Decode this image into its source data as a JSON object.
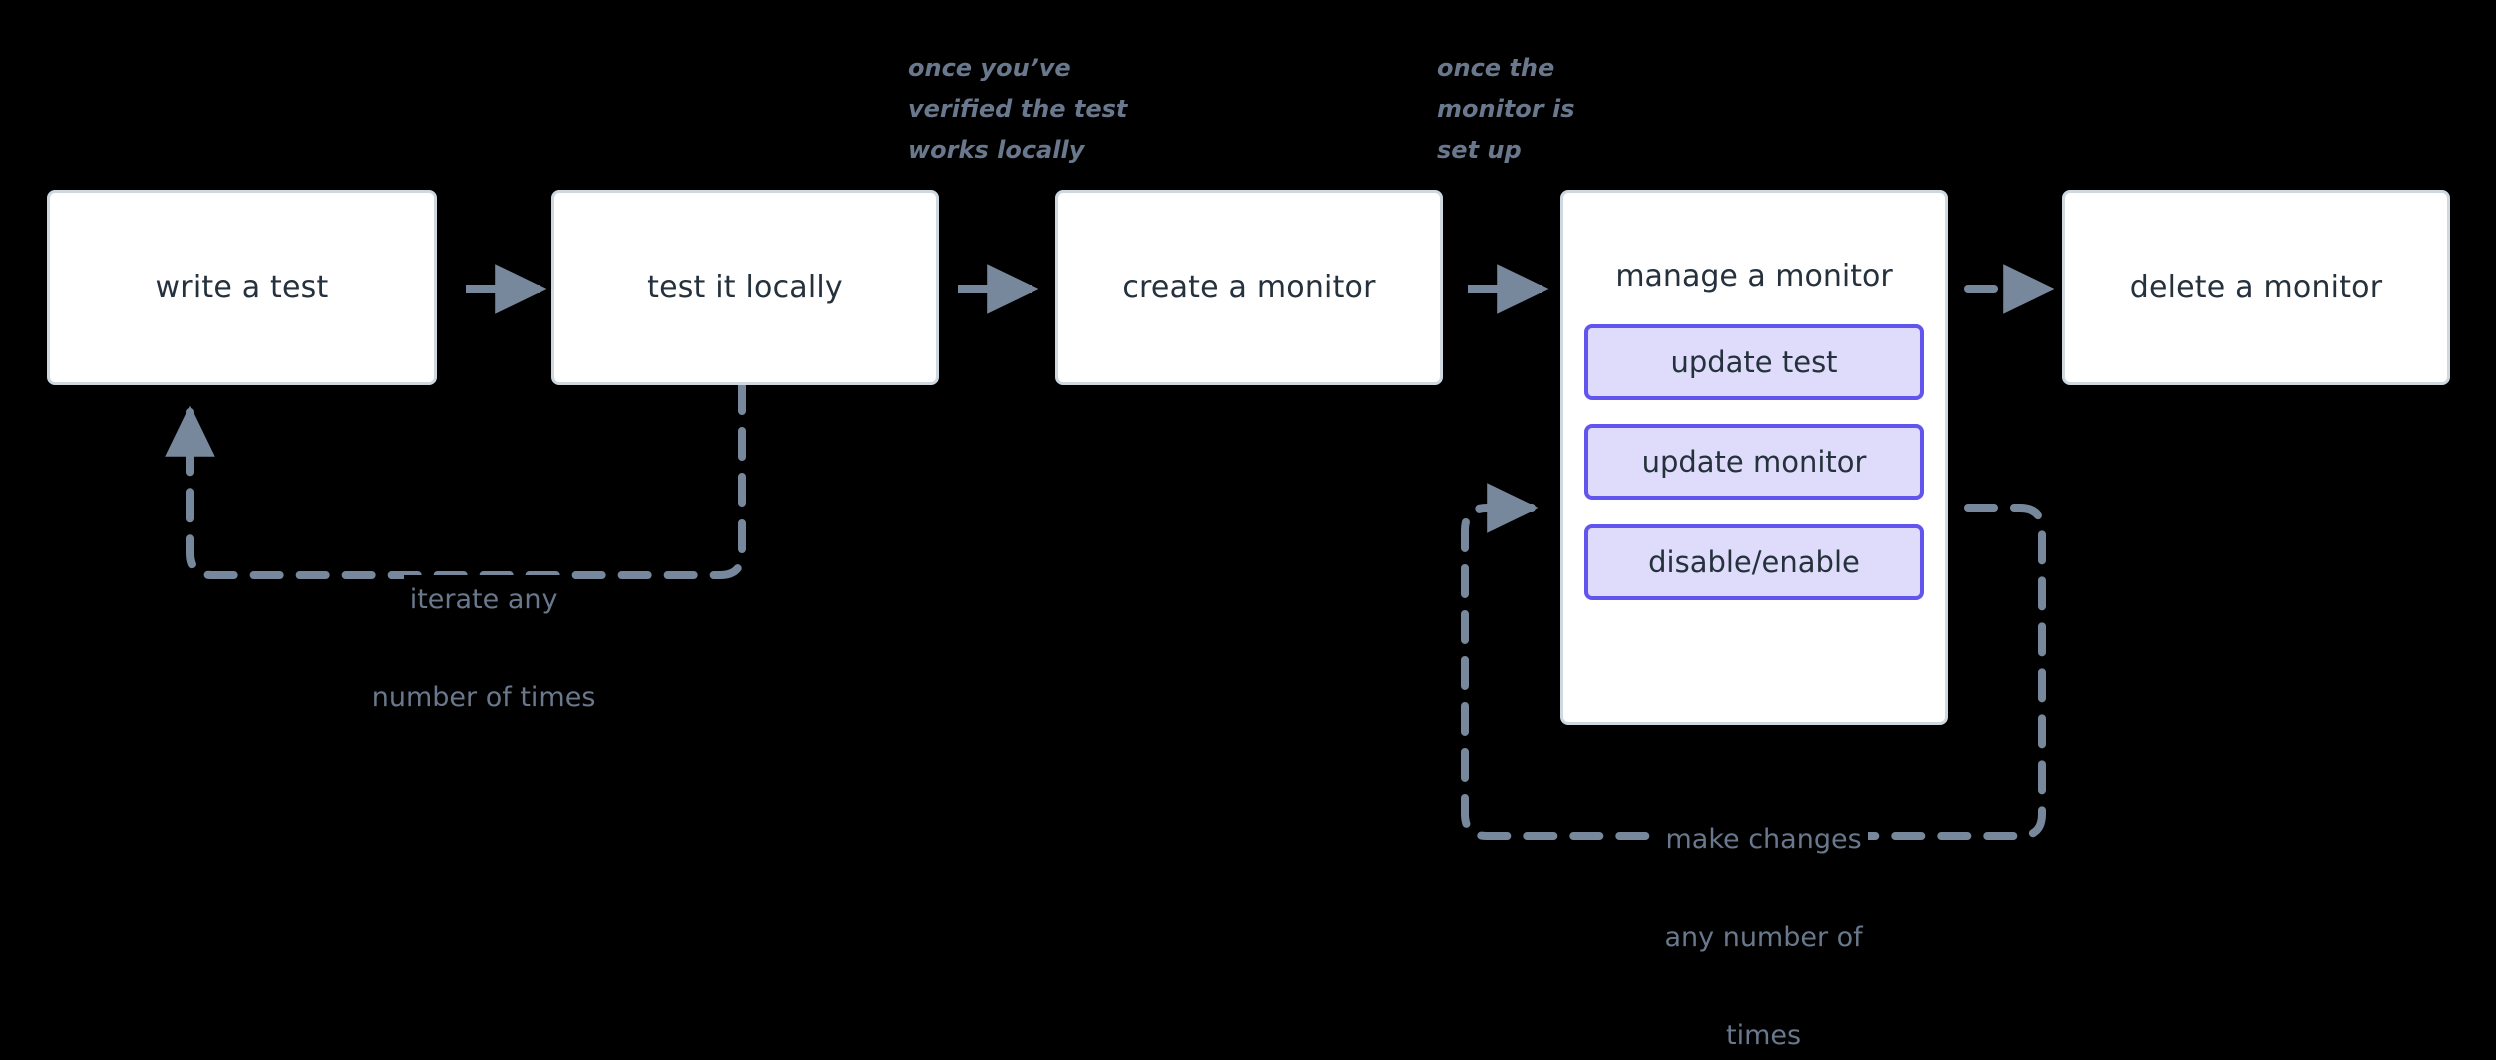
{
  "diagram": {
    "title": "monitor lifecycle flow",
    "background_color": "#000000",
    "node_fill": "#ffffff",
    "node_border": "#cdd8e1",
    "node_text_color": "#25313c",
    "subnode_fill": "#dedcfa",
    "subnode_border": "#6155ee",
    "connector_color": "#77889c",
    "annotation_color": "#69788c"
  },
  "nodes": [
    {
      "id": "write-a-test",
      "label": "write a test"
    },
    {
      "id": "test-it-locally",
      "label": "test it locally"
    },
    {
      "id": "create-a-monitor",
      "label": "create a monitor"
    },
    {
      "id": "manage-a-monitor",
      "label": "manage a monitor"
    },
    {
      "id": "delete-a-monitor",
      "label": "delete a monitor"
    }
  ],
  "subnodes": [
    {
      "id": "update-test",
      "label": "update test"
    },
    {
      "id": "update-monitor",
      "label": "update monitor"
    },
    {
      "id": "disable-enable",
      "label": "disable/enable"
    }
  ],
  "annotations": [
    {
      "id": "annot-verified",
      "text": "once you’ve\nverified the test\nworks locally"
    },
    {
      "id": "annot-setup",
      "text": "once the\nmonitor is\nset up"
    }
  ],
  "loop_labels": [
    {
      "id": "loop-iterate",
      "line1": "iterate any",
      "line2": "number of times",
      "line3": ""
    },
    {
      "id": "loop-changes",
      "line1": "make changes",
      "line2": "any number of",
      "line3": "times"
    }
  ]
}
